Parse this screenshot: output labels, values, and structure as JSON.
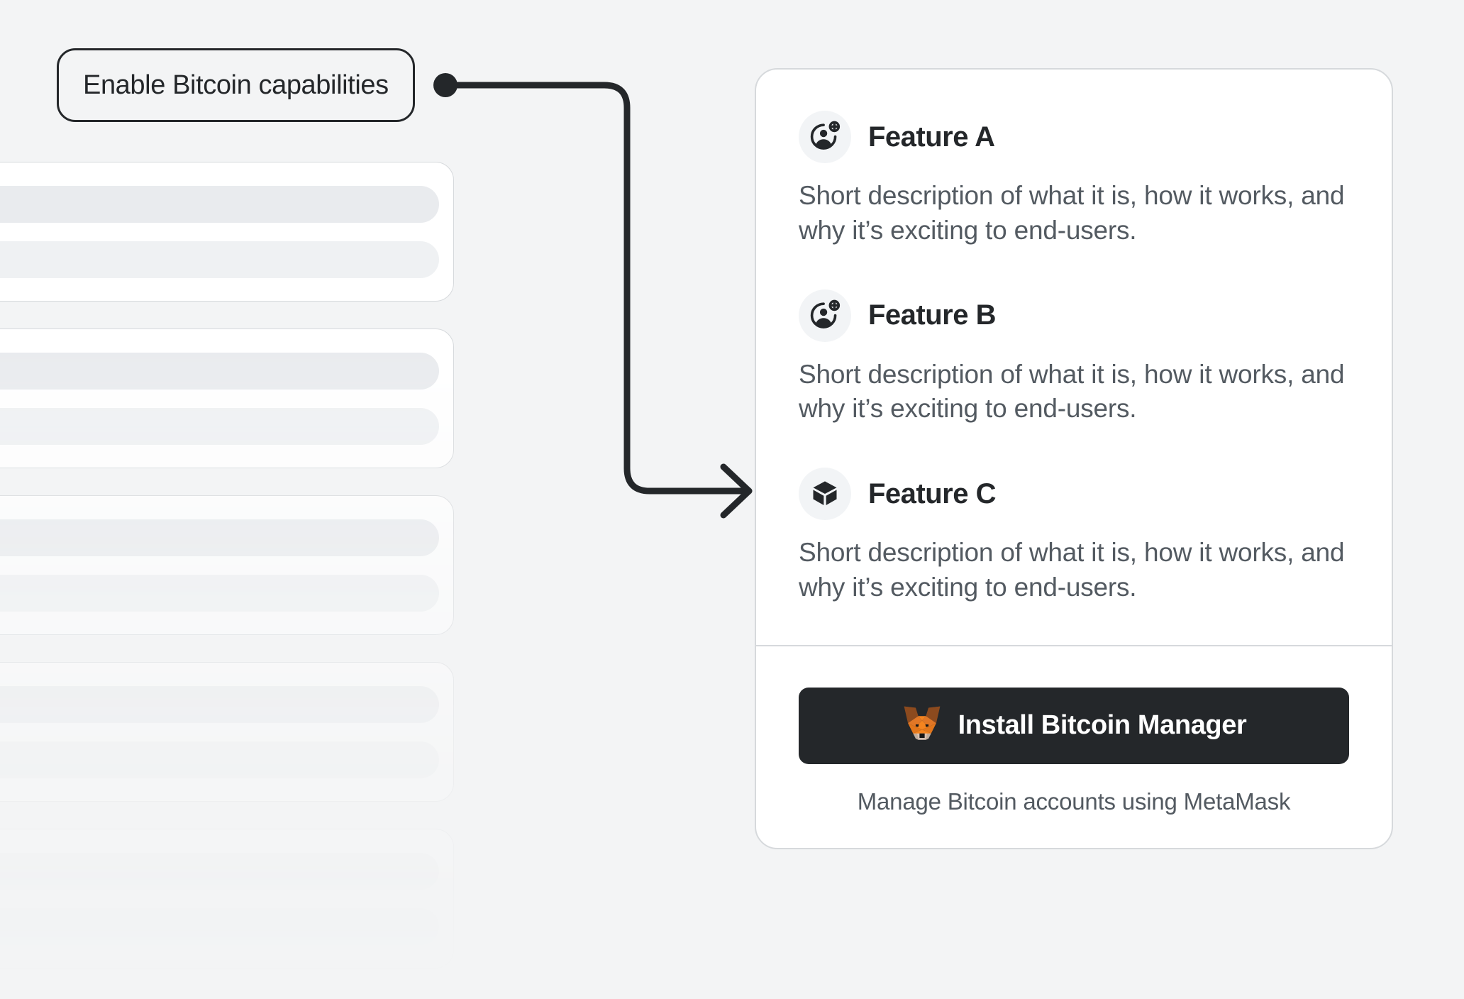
{
  "colors": {
    "page_background": "#F3F4F5",
    "card_background": "#FFFFFF",
    "card_border": "#D6D9DC",
    "text_primary": "#24272A",
    "text_secondary": "#535A61",
    "connector_stroke": "#24272A",
    "button_background": "#24272A",
    "button_text": "#FFFFFF",
    "icon_badge_background": "#F2F4F6",
    "skeleton_bar": "#E9EBEE",
    "fox_orange": "#E17726",
    "fox_orange_light": "#F5841F",
    "fox_ear_dark": "#763D16",
    "fox_snout": "#D7C1B3"
  },
  "callout": {
    "label": "Enable Bitcoin capabilities",
    "connector_icon": "connector-dot-icon",
    "arrow_icon": "arrow-right-icon"
  },
  "skeleton": {
    "item_count": 5,
    "bars_per_item": 2
  },
  "card": {
    "features": [
      {
        "icon": "add-account-icon",
        "title": "Feature A",
        "description": "Short description of what it is, how it works, and why it’s exciting to end-users."
      },
      {
        "icon": "add-account-icon",
        "title": "Feature B",
        "description": "Short description of what it is, how it works, and why it’s exciting to end-users."
      },
      {
        "icon": "cube-icon",
        "title": "Feature C",
        "description": "Short description of what it is, how it works, and why it’s exciting to end-users."
      }
    ],
    "footer": {
      "button_icon": "metamask-fox-icon",
      "button_label": "Install Bitcoin Manager",
      "subtitle": "Manage Bitcoin accounts using MetaMask"
    }
  }
}
